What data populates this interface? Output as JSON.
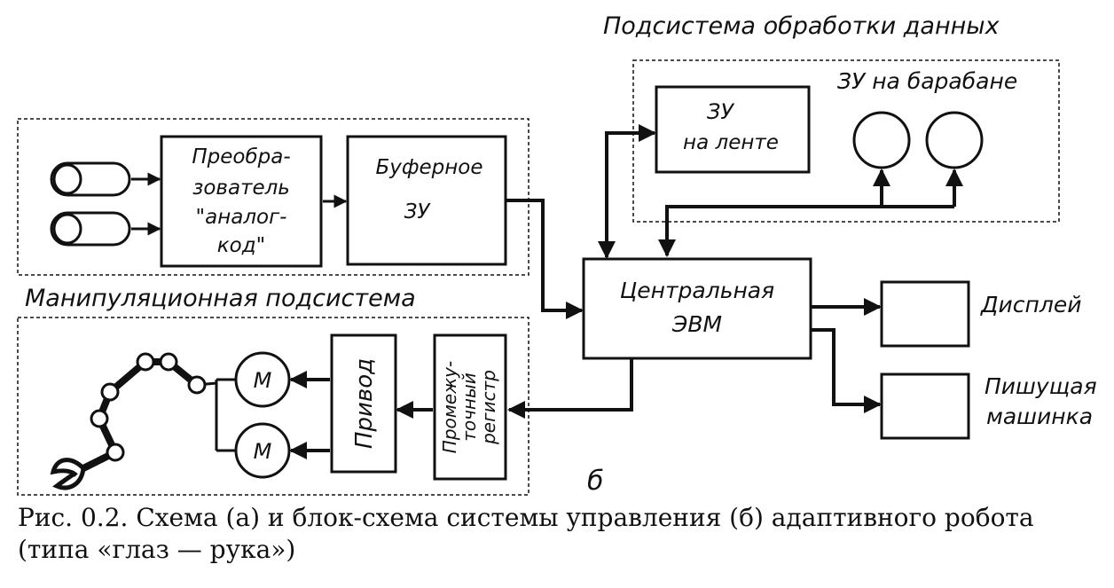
{
  "titles": {
    "data_subsystem": "Подсистема обработки данных",
    "manip_subsystem": "Манипуляционная подсистема",
    "drum_memory": "ЗУ на барабане"
  },
  "blocks": {
    "converter": [
      "Преобра-",
      "зователь",
      "\"аналог-",
      "код\""
    ],
    "buffer": [
      "Буферное",
      "ЗУ"
    ],
    "tape": [
      "ЗУ",
      "на ленте"
    ],
    "cpu": [
      "Центральная",
      "ЭВМ"
    ],
    "display": "Дисплей",
    "typewriter": [
      "Пишущая",
      "машинка"
    ],
    "drive": "Привод",
    "register": [
      "Промежу-",
      "точный",
      "регистр"
    ],
    "motor_label": "М"
  },
  "part_label": "б",
  "caption": "Рис. 0.2. Схема (а) и блок-схема системы управления (б) адаптивного робота (типа «глаз — рука»)"
}
